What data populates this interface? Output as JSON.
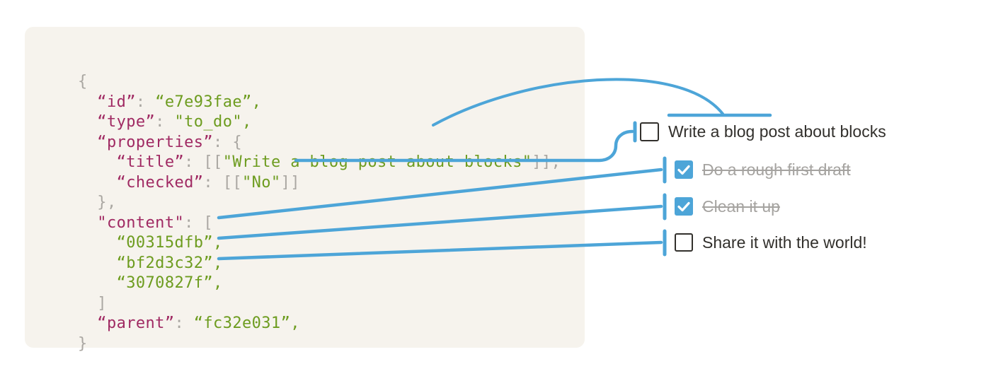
{
  "code_block": {
    "language": "json",
    "lines": [
      {
        "indent": 0,
        "segments": [
          {
            "type": "punct",
            "text": "{"
          }
        ]
      },
      {
        "indent": 1,
        "segments": [
          {
            "type": "key",
            "text": "“id”"
          },
          {
            "type": "punct",
            "text": ": "
          },
          {
            "type": "string",
            "text": "“e7e93fae”,"
          }
        ]
      },
      {
        "indent": 1,
        "segments": [
          {
            "type": "key",
            "text": "“type”"
          },
          {
            "type": "punct",
            "text": ": "
          },
          {
            "type": "string",
            "text": "\"to_do\","
          }
        ]
      },
      {
        "indent": 1,
        "segments": [
          {
            "type": "key",
            "text": "“properties”"
          },
          {
            "type": "punct",
            "text": ": {"
          }
        ]
      },
      {
        "indent": 2,
        "segments": [
          {
            "type": "key",
            "text": "“title”"
          },
          {
            "type": "punct",
            "text": ": [["
          },
          {
            "type": "string",
            "text": "\"Write a blog post about blocks\""
          },
          {
            "type": "punct",
            "text": "]],"
          }
        ]
      },
      {
        "indent": 2,
        "segments": [
          {
            "type": "key",
            "text": "“checked”"
          },
          {
            "type": "punct",
            "text": ": [["
          },
          {
            "type": "string",
            "text": "\"No\""
          },
          {
            "type": "punct",
            "text": "]]"
          }
        ]
      },
      {
        "indent": 1,
        "segments": [
          {
            "type": "punct",
            "text": "},"
          }
        ]
      },
      {
        "indent": 1,
        "segments": [
          {
            "type": "key",
            "text": "\"content\""
          },
          {
            "type": "punct",
            "text": ": ["
          }
        ]
      },
      {
        "indent": 2,
        "segments": [
          {
            "type": "string",
            "text": "“00315dfb”,"
          }
        ]
      },
      {
        "indent": 2,
        "segments": [
          {
            "type": "string",
            "text": "“bf2d3c32”,"
          }
        ]
      },
      {
        "indent": 2,
        "segments": [
          {
            "type": "string",
            "text": "“3070827f”,"
          }
        ]
      },
      {
        "indent": 1,
        "segments": [
          {
            "type": "punct",
            "text": "]"
          }
        ]
      },
      {
        "indent": 1,
        "segments": [
          {
            "type": "key",
            "text": "“parent”"
          },
          {
            "type": "punct",
            "text": ": "
          },
          {
            "type": "string",
            "text": "“fc32e031”,"
          }
        ]
      },
      {
        "indent": 0,
        "segments": [
          {
            "type": "punct",
            "text": "}"
          }
        ]
      }
    ]
  },
  "todo_list": {
    "items": [
      {
        "label": "Write a blog post about blocks",
        "checked": false,
        "child": false
      },
      {
        "label": "Do a rough first draft",
        "checked": true,
        "child": true
      },
      {
        "label": "Clean it up",
        "checked": true,
        "child": true
      },
      {
        "label": "Share it with the world!",
        "checked": false,
        "child": true
      }
    ]
  },
  "connectors": {
    "descriptions": [
      "title value arc pointing to underline above first to-do",
      "checked value s-curve pointing to first to-do checkbox",
      "content id 00315dfb line pointing to second to-do",
      "content id bf2d3c32 line pointing to third to-do",
      "content id 3070827f line pointing to fourth to-do"
    ]
  },
  "colors": {
    "panel_bg": "#f6f3ed",
    "json_key": "#a02a63",
    "json_string": "#6d9c1f",
    "json_punct": "#aaa7a2",
    "connector_blue": "#4da5d8",
    "todo_text": "#32302c",
    "todo_done_text": "#a5a3a0",
    "checkbox_border": "#32302c",
    "checkbox_checked_bg": "#4da5d8",
    "checkmark": "#ffffff"
  }
}
